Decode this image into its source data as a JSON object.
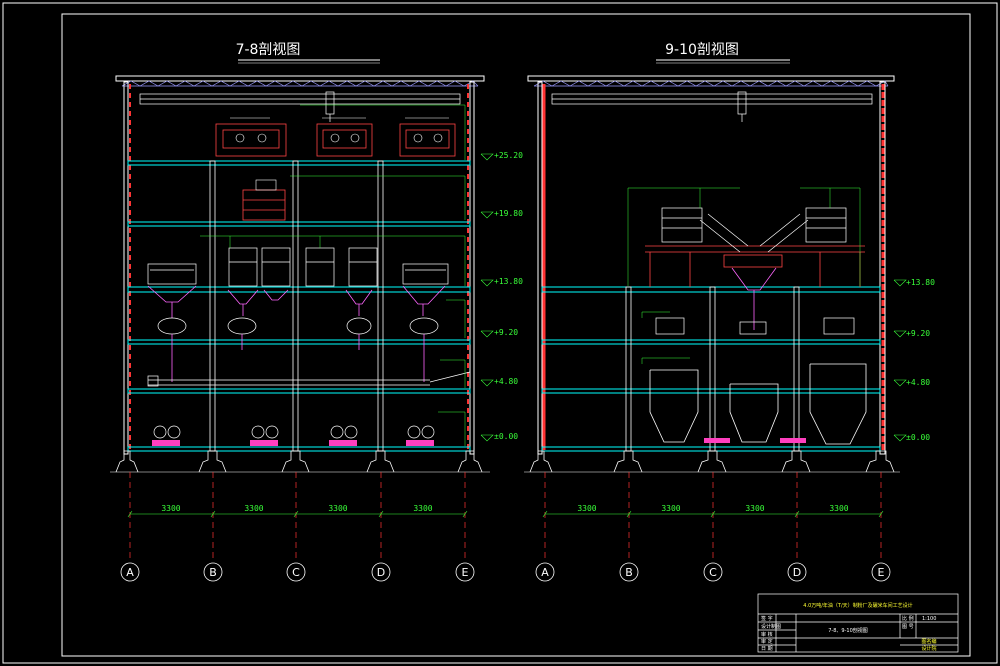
{
  "sections": [
    {
      "title": "7-8剖视图",
      "elevations": [
        "+25.20",
        "+19.80",
        "+13.80",
        "+9.20",
        "+4.80",
        "±0.00"
      ],
      "axes": [
        "A",
        "B",
        "C",
        "D",
        "E"
      ],
      "dims": [
        "3300",
        "3300",
        "3300",
        "3300"
      ]
    },
    {
      "title": "9-10剖视图",
      "elevations": [
        "+13.80",
        "+9.20",
        "+4.80",
        "±0.00"
      ],
      "axes": [
        "A",
        "B",
        "C",
        "D",
        "E"
      ],
      "dims": [
        "3300",
        "3300",
        "3300",
        "3300"
      ]
    }
  ],
  "title_block": {
    "project": "4.0万吨/年油（T/天）制粉厂及碾米车间工艺设计",
    "drawing_name": "7-8、9-10剖视图",
    "rows_left": [
      "签 字",
      "设计制图",
      "审 核",
      "审 定",
      "日 期"
    ],
    "rows_right": [
      "比 例",
      "图 号"
    ],
    "scale": "1:100",
    "bottom_right_1": "图名编",
    "bottom_right_2": "设计院"
  }
}
